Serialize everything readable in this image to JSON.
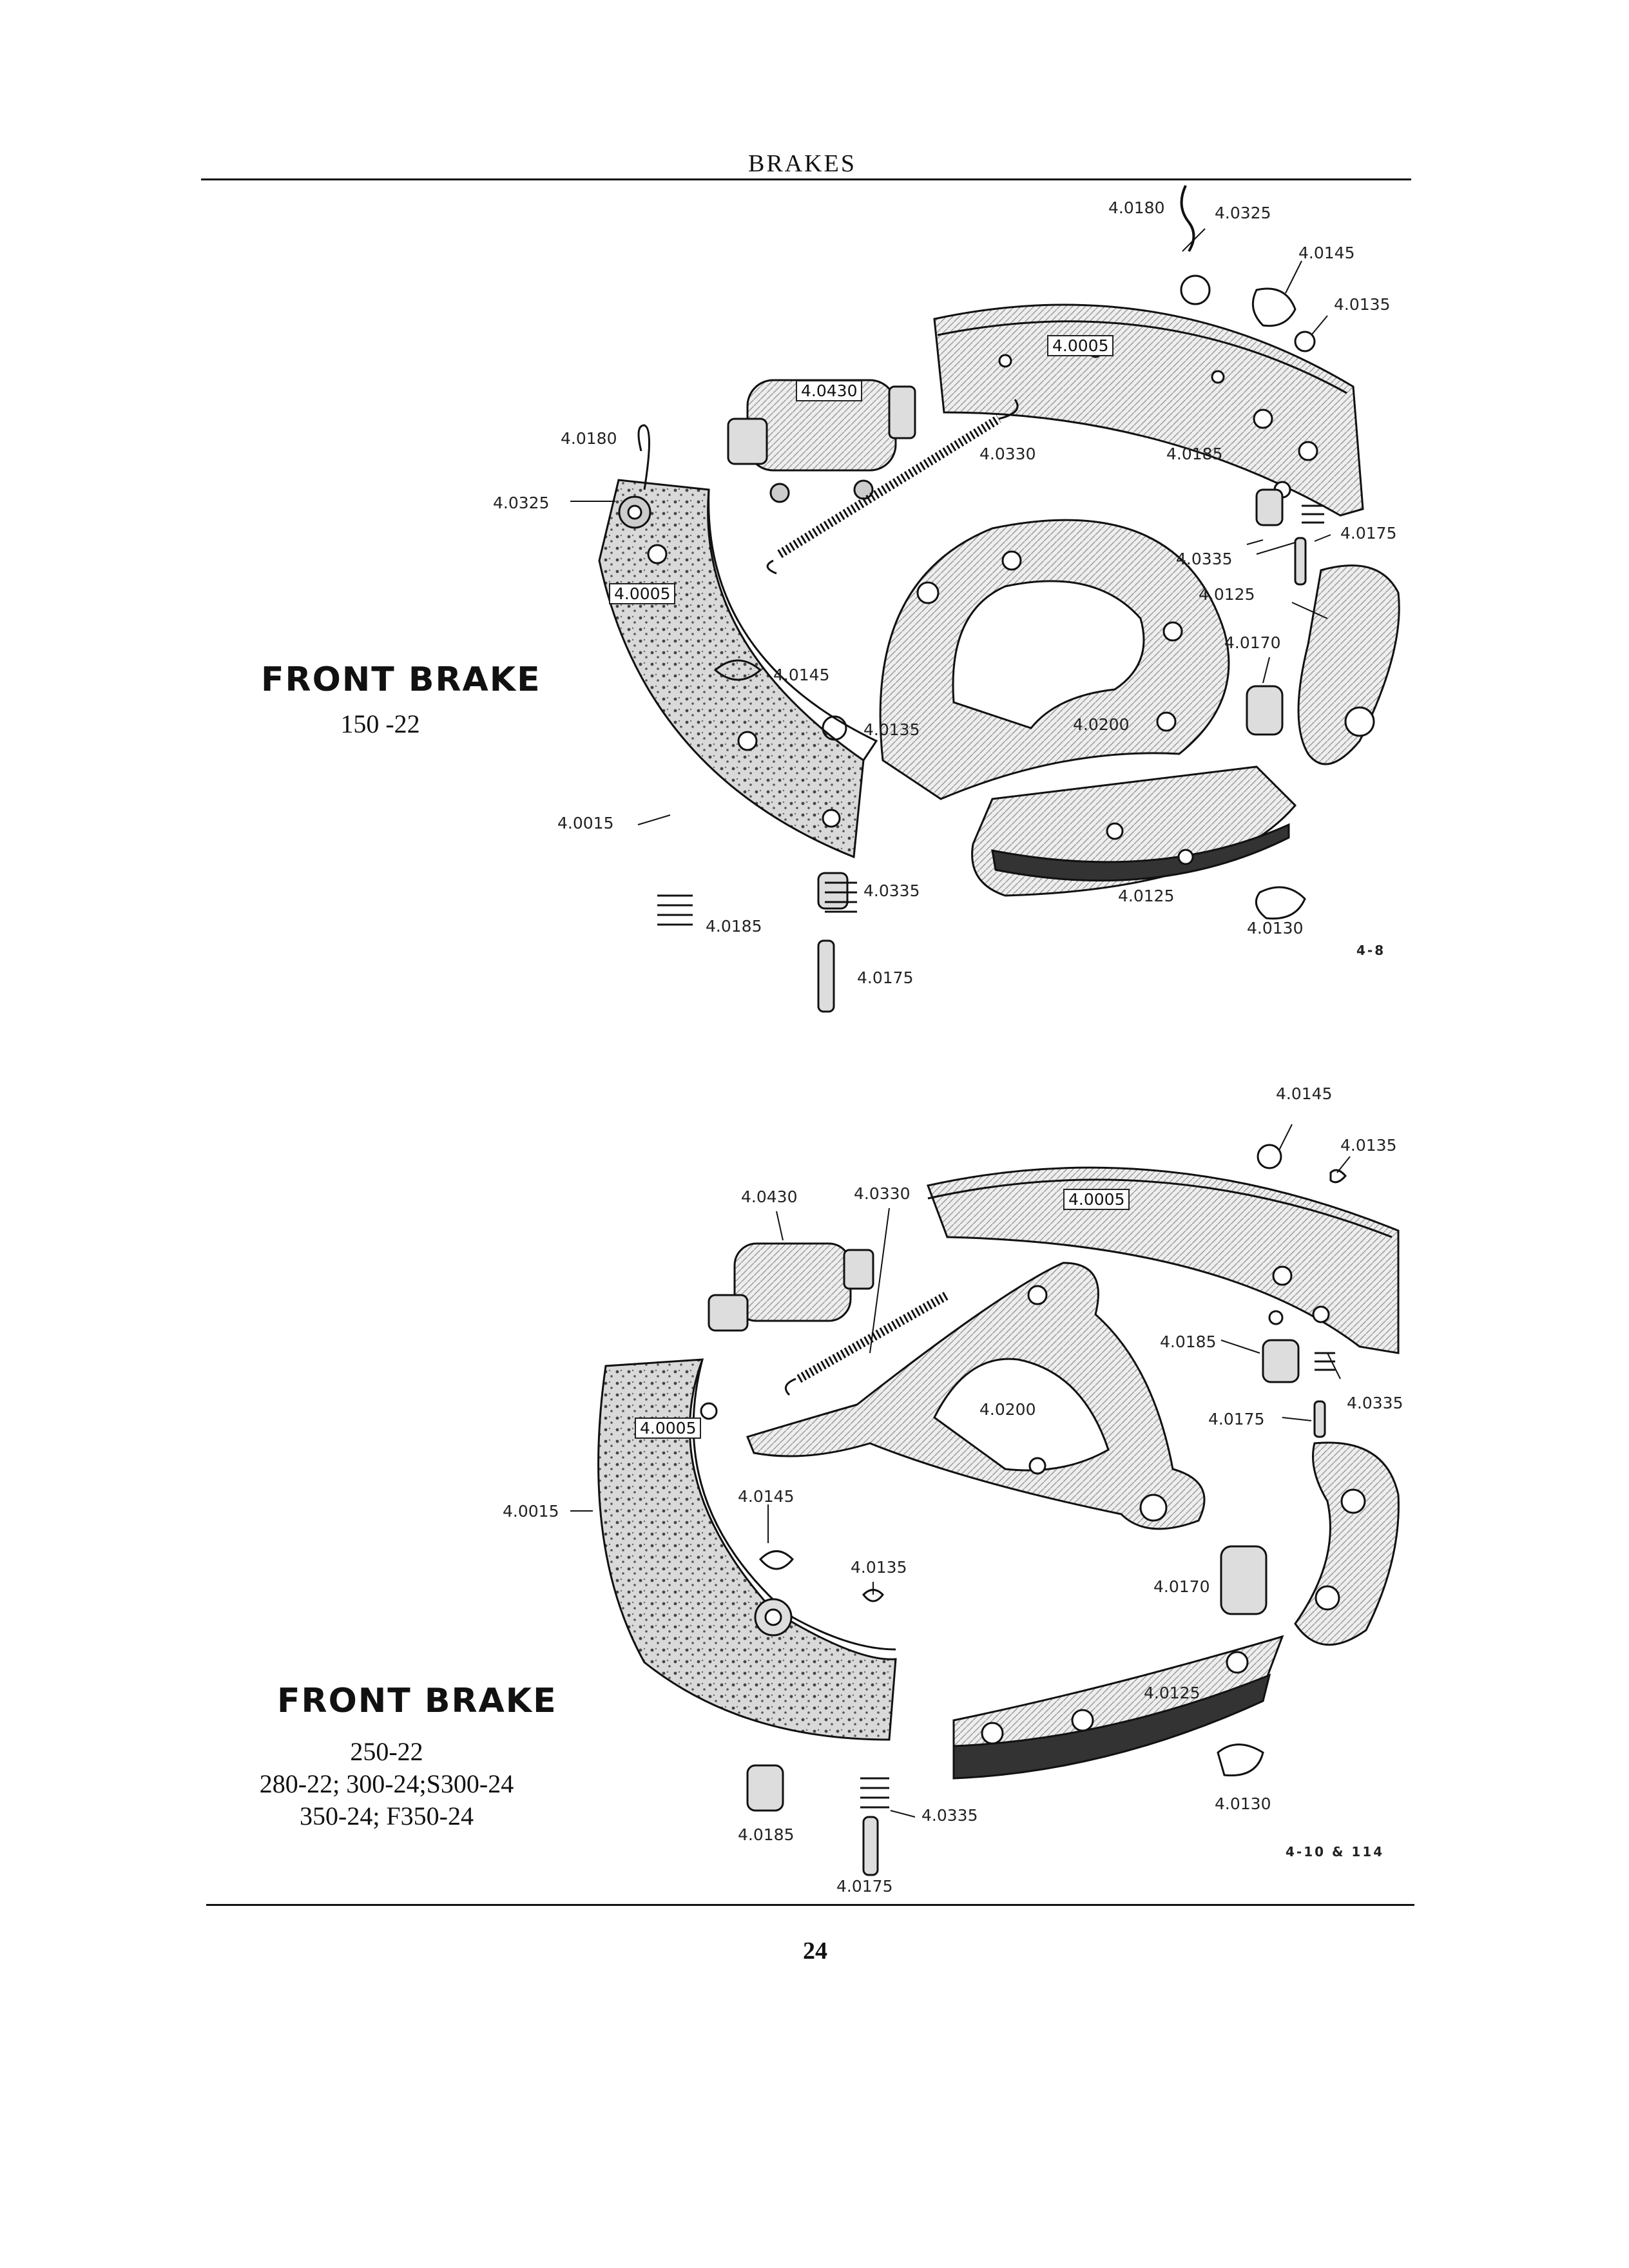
{
  "header": {
    "title": "BRAKES"
  },
  "footer": {
    "page_number": "24"
  },
  "sections": [
    {
      "title": "FRONT BRAKE",
      "models": [
        "150 -22"
      ],
      "figure_code": "4-8",
      "labels": {
        "l0180a": "4.0180",
        "l0325a": "4.0325",
        "l0145a": "4.0145",
        "l0135a": "4.0135",
        "l0005a": "4.0005",
        "l0430": "4.0430",
        "l0180b": "4.0180",
        "l0330": "4.0330",
        "l0185a": "4.0185",
        "l0325b": "4.0325",
        "l0335a": "4.0335",
        "l0175a": "4.0175",
        "l0005b": "4.0005",
        "l0125a": "4.0125",
        "l0170": "4.0170",
        "l0145b": "4.0145",
        "l0135b": "4.0135",
        "l0200": "4.0200",
        "l0015": "4.0015",
        "l0335b": "4.0335",
        "l0185b": "4.0185",
        "l0125b": "4.0125",
        "l0130": "4.0130",
        "l0175b": "4.0175"
      }
    },
    {
      "title": "FRONT BRAKE",
      "models": [
        "250-22",
        "280-22; 300-24;S300-24",
        "350-24; F350-24"
      ],
      "figure_code": "4-10 & 114",
      "labels": {
        "l0145a": "4.0145",
        "l0135a": "4.0135",
        "l0430": "4.0430",
        "l0330": "4.0330",
        "l0005a": "4.0005",
        "l0185a": "4.0185",
        "l0335a": "4.0335",
        "l0200": "4.0200",
        "l0175a": "4.0175",
        "l0005b": "4.0005",
        "l0015": "4.0015",
        "l0145b": "4.0145",
        "l0135b": "4.0135",
        "l0170": "4.0170",
        "l0125": "4.0125",
        "l0185b": "4.0185",
        "l0335b": "4.0335",
        "l0130": "4.0130",
        "l0175b": "4.0175"
      }
    }
  ]
}
